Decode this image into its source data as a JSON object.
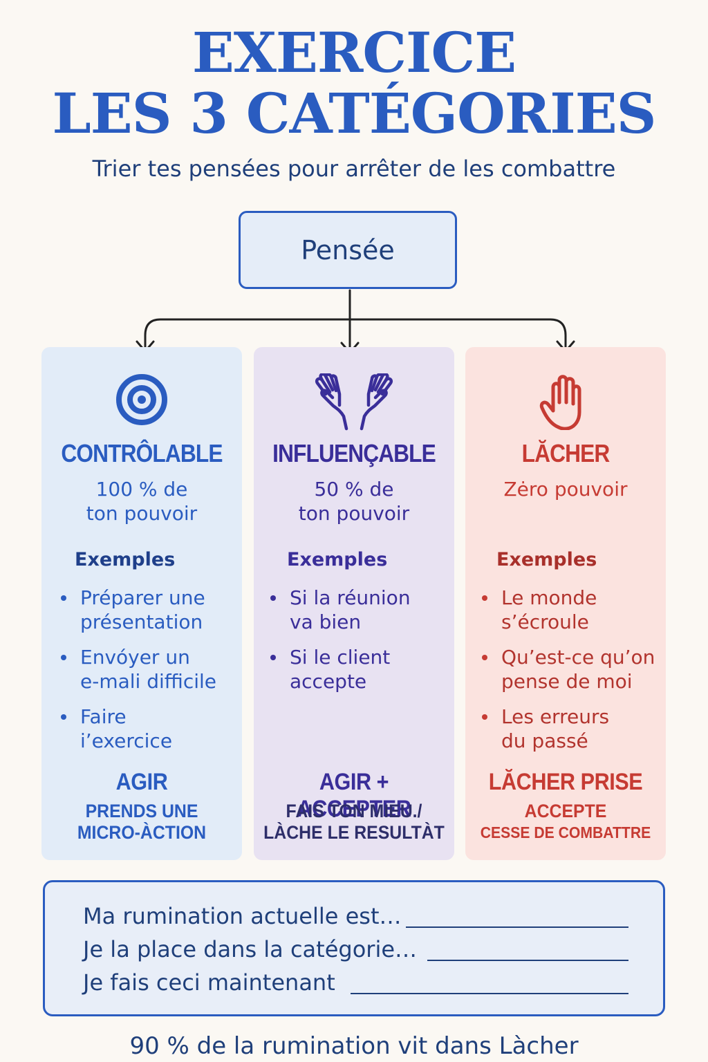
{
  "header": {
    "title_line1": "EXERCICE",
    "title_line2": "LES 3 CATÉGORIES",
    "subtitle": "Trier tes pensées pour arrêter de les combattre"
  },
  "root": {
    "label": "Pensée"
  },
  "categories": [
    {
      "name": "CONTRÔLABLE",
      "power_line1": "100 % de",
      "power_line2": "ton pouvoir",
      "examples_label": "Exemples",
      "items": [
        {
          "line1": "Préparer une",
          "line2": "présentation"
        },
        {
          "line1": "Envóyer un",
          "line2": "e-mali difficile"
        },
        {
          "line1": "Faire",
          "line2": "i’exercice"
        }
      ],
      "action": "AGIR",
      "action_sub1": "PRENDS UNE",
      "action_sub2": "MICRO-ÀCTION",
      "icon": "target-icon",
      "color": "#2a5cc0",
      "background": "#e2ecf8"
    },
    {
      "name": "INFLUENÇABLE",
      "power_line1": "50 % de",
      "power_line2": "ton pouvoir",
      "examples_label": "Exemples",
      "items": [
        {
          "line1": "Si la réunion",
          "line2": "va bien"
        },
        {
          "line1": "Si le client",
          "line2": "accepte"
        }
      ],
      "action": "AGIR + ACCEPTER",
      "action_sub1": "FAIS TON MIEU./",
      "action_sub2": "LÀCHE LE RESULTÀT",
      "icon": "open-hands-icon",
      "color": "#3a2e99",
      "background": "#e8e2f2"
    },
    {
      "name": "LĂCHER",
      "power_line1": "Zėro pouvoir",
      "power_line2": "",
      "examples_label": "Exemples",
      "items": [
        {
          "line1": "Le monde",
          "line2": "s’écroule"
        },
        {
          "line1": "Qu’est-ce qu’on",
          "line2": "pense de moi"
        },
        {
          "line1": "Les erreurs",
          "line2": "du passé"
        }
      ],
      "action": "LĂCHER PRISE",
      "action_sub1": "ACCEPTE",
      "action_sub2": "CESSE DE COMBATTRE",
      "icon": "raised-hand-icon",
      "color": "#c63b33",
      "background": "#fbe3df"
    }
  ],
  "worksheet": {
    "line1": "Ma rumination actuelle est…",
    "line2": "Je la place dans la catégorie…",
    "line3": "Je fais ceci maintenant"
  },
  "footer": "90 % de la rumination vit dans Làcher"
}
